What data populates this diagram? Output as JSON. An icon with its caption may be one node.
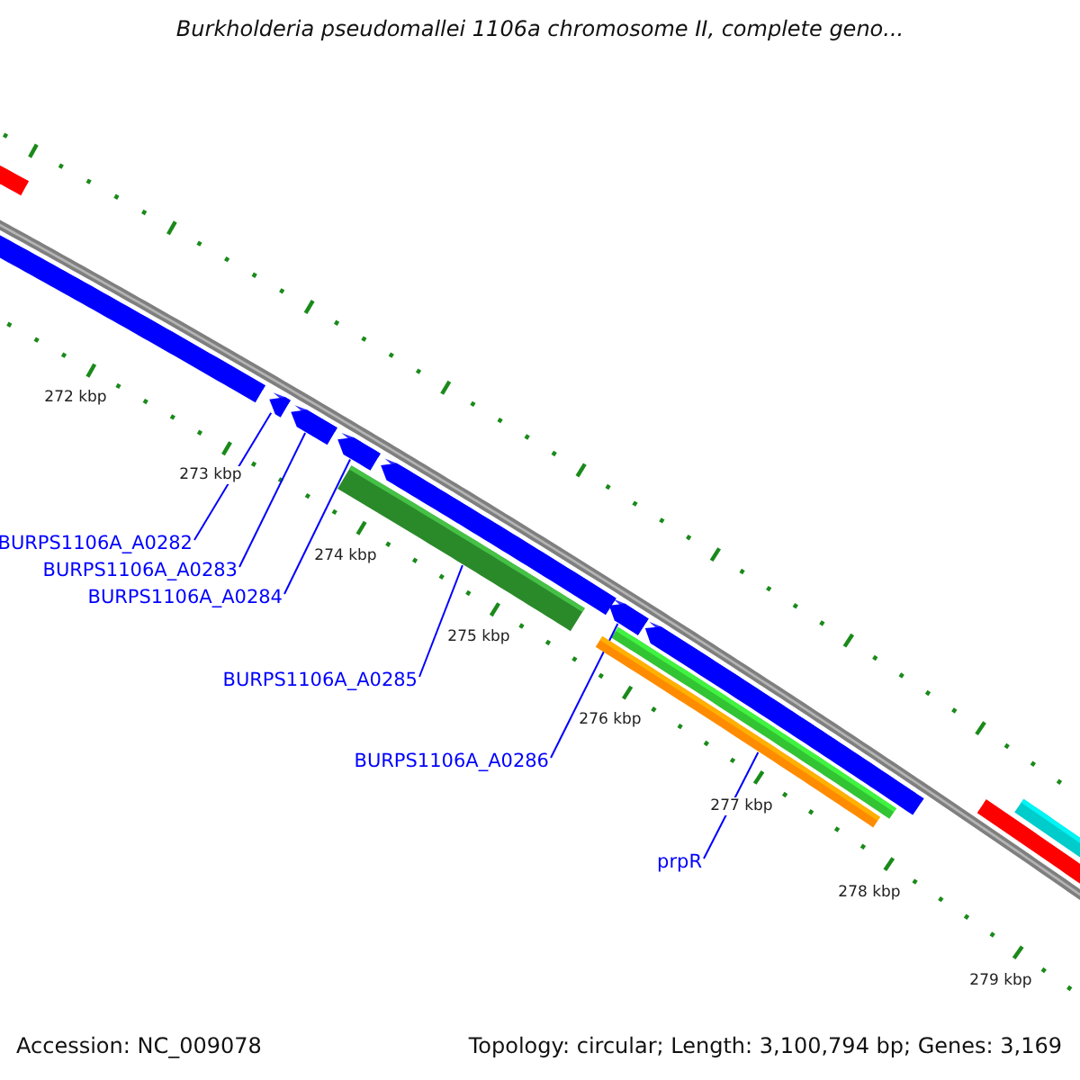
{
  "diagram": {
    "title": "Burkholderia pseudomallei 1106a chromosome II, complete geno...",
    "nodes": [
      {
        "text": [
          "BURPS1106A_A0282"
        ]
      },
      {
        "text": [
          "BURPS1106A_A0283"
        ]
      },
      {
        "text": [
          "BURPS1106A_A0284"
        ]
      },
      {
        "text": [
          "BURPS1106A_A0285"
        ]
      },
      {
        "text": [
          "BURPS1106A_A0286"
        ]
      },
      {
        "text": [
          "prpR"
        ]
      },
      {
        "text": [],
        "shape": "bar"
      },
      {
        "text": [],
        "shape": "bar"
      },
      {
        "text": [],
        "shape": "bar"
      },
      {
        "text": [],
        "shape": "bar"
      },
      {
        "text": [],
        "shape": "bar"
      },
      {
        "text": [],
        "shape": "bar"
      }
    ],
    "edges": [
      {
        "from": 0,
        "to": 6,
        "arrow": "none"
      },
      {
        "from": 1,
        "to": 7,
        "arrow": "none"
      },
      {
        "from": 2,
        "to": 8,
        "arrow": "none"
      },
      {
        "from": 3,
        "to": 9,
        "arrow": "none"
      },
      {
        "from": 4,
        "to": 10,
        "arrow": "none"
      },
      {
        "from": 5,
        "to": 11,
        "arrow": "none"
      }
    ],
    "labels": [
      "272 kbp",
      "273 kbp",
      "274 kbp",
      "275 kbp",
      "276 kbp",
      "277 kbp",
      "278 kbp",
      "279 kbp",
      "Accession: NC_009078",
      "Topology: circular; Length: 3,100,794 bp; Genes: 3,169"
    ]
  }
}
